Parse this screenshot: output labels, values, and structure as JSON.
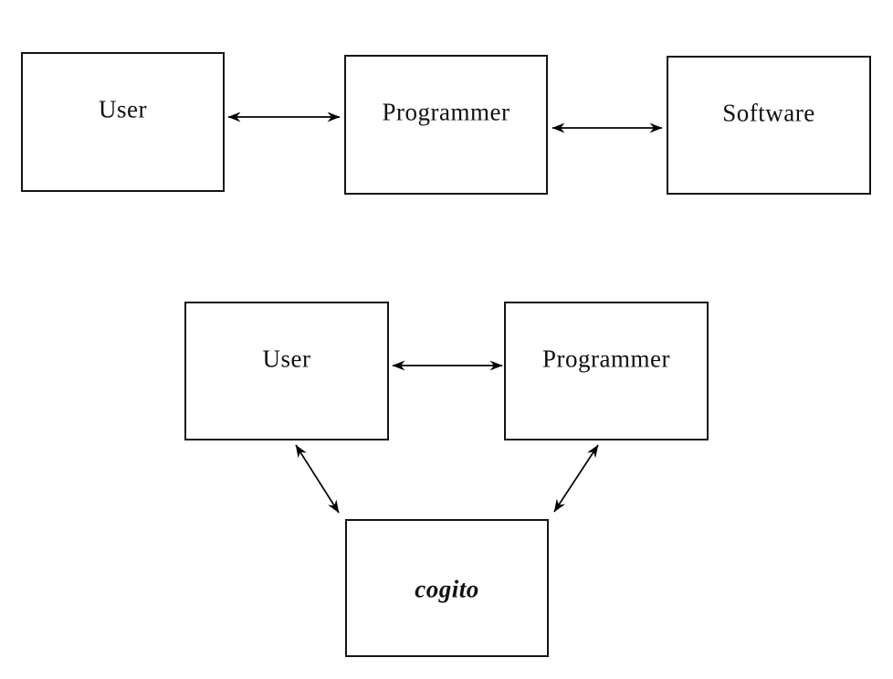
{
  "diagram": {
    "background_color": "#ffffff",
    "line_color": "#000000",
    "top_row": {
      "nodes": [
        {
          "id": "user-top",
          "label": "User"
        },
        {
          "id": "programmer-top",
          "label": "Programmer"
        },
        {
          "id": "software",
          "label": "Software"
        }
      ],
      "connections": [
        {
          "from": "User",
          "to": "Programmer",
          "bidirectional": true,
          "style": "double-headed-arrow"
        },
        {
          "from": "Programmer",
          "to": "Software",
          "bidirectional": true,
          "style": "double-headed-arrow"
        }
      ]
    },
    "bottom_triangle": {
      "nodes": [
        {
          "id": "user-bottom",
          "label": "User"
        },
        {
          "id": "programmer-bottom",
          "label": "Programmer"
        },
        {
          "id": "cogito",
          "label": "cogito",
          "text_style": "bold-italic"
        }
      ],
      "connections": [
        {
          "from": "User",
          "to": "Programmer",
          "bidirectional": true,
          "style": "double-headed-arrow"
        },
        {
          "from": "User",
          "to": "cogito",
          "bidirectional": true,
          "style": "double-headed-arrow"
        },
        {
          "from": "Programmer",
          "to": "cogito",
          "bidirectional": true,
          "style": "double-headed-arrow"
        }
      ]
    }
  }
}
